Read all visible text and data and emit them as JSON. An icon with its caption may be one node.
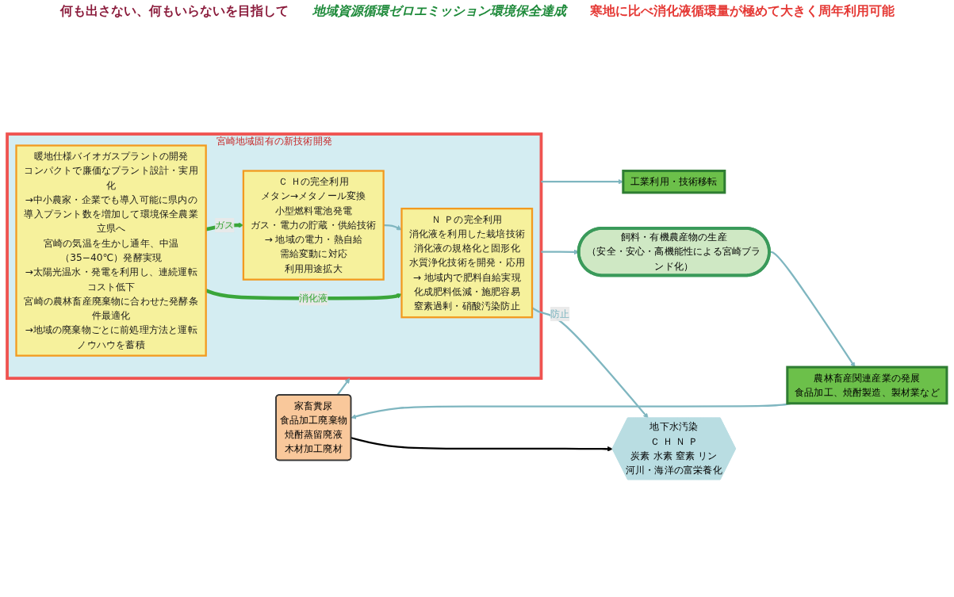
{
  "diagram": {
    "nodes": [
      {
        "text": [
          "家畜糞尿",
          "食品加工廃棄物",
          "焼酎蒸留廃液",
          "木材加工廃材"
        ]
      },
      {
        "text": [
          "宮崎地域固有の新技術開発"
        ]
      },
      {
        "text": [
          "暖地仕様バイオガスプラントの開発",
          "コンパクトで廉価なプラント設計・実用化",
          "→中小農家・企業でも導入可能に県内の導入プラント数を増加して環境保全農業立県へ",
          "宮崎の気温を生かし通年、中温（35−40℃）発酵実現",
          "→太陽光温水・発電を利用し、連続運転コスト低下",
          "宮崎の農林畜産廃棄物に合わせた発酵条件最適化",
          "→地域の廃棄物ごとに前処理方法と運転ノウハウを蓄積"
        ],
        "in": 1
      },
      {
        "text": [
          "Ｎ Ｐの完全利用",
          "消化液を利用した栽培技術",
          "消化液の規格化と固形化",
          "水質浄化技術を開発・応用",
          "→ 地域内で肥料自給実現",
          "化成肥料低減・施肥容易",
          "窒素過剰・硝酸汚染防止"
        ],
        "in": 1
      },
      {
        "text": [
          "Ｃ Ｈの完全利用",
          "メタン→メタノール変換",
          "小型燃料電池発電",
          "ガス・電力の貯蔵・供給技術",
          "→ 地域の電力・熱自給",
          "需給変動に対応",
          "利用用途拡大"
        ],
        "in": 1
      },
      {
        "text": [
          "地下水汚染",
          "Ｃ Ｈ Ｎ Ｐ",
          "炭素",
          "水素",
          "窒素",
          "リン",
          "河川・海洋の富栄養化"
        ]
      },
      {
        "text": [
          "農林畜産関連産業の発展",
          "食品加工、焼酎製造、製材業など"
        ]
      },
      {
        "text": [
          "飼料・有機農産物の生産",
          "（安全・安心・高機能性による宮崎ブランド化）"
        ]
      },
      {
        "text": [
          "工業利用・技術移転"
        ]
      }
    ],
    "edges": [
      {
        "from": 0,
        "to": 1,
        "arrow": "to"
      },
      {
        "from": 0,
        "to": 5,
        "arrow": "to",
        "color": "#000000"
      },
      {
        "from": 2,
        "to": 3,
        "arrow": "to",
        "label": "消化液",
        "style": "thick",
        "color": "#3aa63a"
      },
      {
        "from": 2,
        "to": 4,
        "arrow": "to",
        "label": "ガス",
        "style": "thick",
        "color": "#3aa63a"
      },
      {
        "from": 4,
        "to": 3,
        "arrow": "to"
      },
      {
        "from": 3,
        "to": 5,
        "arrow": "to",
        "label": "防止"
      },
      {
        "from": 1,
        "to": 7,
        "arrow": "to"
      },
      {
        "from": 1,
        "to": 8,
        "arrow": "to"
      },
      {
        "from": 7,
        "to": 6,
        "arrow": "to"
      },
      {
        "from": 6,
        "to": 0,
        "arrow": "to"
      }
    ],
    "labels": [
      "何も出さない、何もいらないを目指して",
      "地域資源循環ゼロエミッション環境保全達成",
      "寒地に比べ消化液循環量が極めて大きく周年利用可能"
    ]
  }
}
